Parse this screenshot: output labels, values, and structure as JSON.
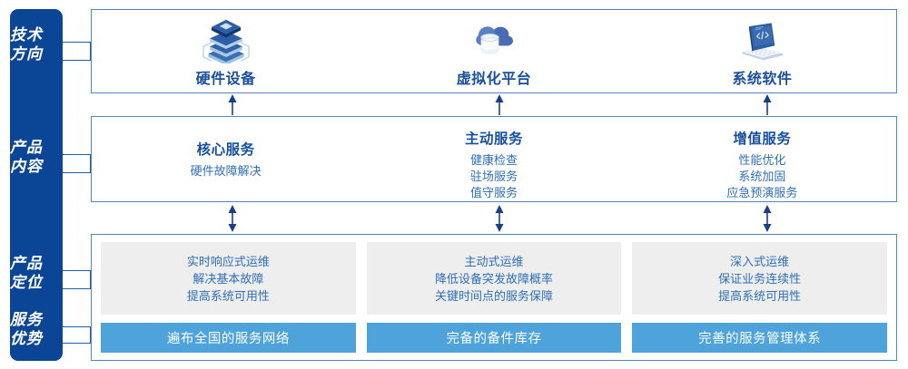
{
  "colors": {
    "sidebar_blue": "#0b4696",
    "box_border": "#4e86c6",
    "title_blue": "#16509e",
    "text_blue": "#2f6fb5",
    "bar_blue": "#4da3da",
    "card_gray": "#eeeeee",
    "arrow_navy": "#1a3f87"
  },
  "sidebar": {
    "items": [
      {
        "id": "tech-direction",
        "line1": "技术",
        "line2": "方向"
      },
      {
        "id": "product-content",
        "line1": "产品",
        "line2": "内容"
      },
      {
        "id": "product-position",
        "line1": "产品",
        "line2": "定位"
      },
      {
        "id": "service-advantage",
        "line1": "服务",
        "line2": "优势"
      }
    ]
  },
  "tech_direction": {
    "columns": [
      {
        "icon": "server-stack-icon",
        "label": "硬件设备"
      },
      {
        "icon": "cloud-database-icon",
        "label": "虚拟化平台"
      },
      {
        "icon": "laptop-code-icon",
        "label": "系统软件"
      }
    ]
  },
  "product_content": {
    "columns": [
      {
        "title": "核心服务",
        "items": [
          "硬件故障解决"
        ]
      },
      {
        "title": "主动服务",
        "items": [
          "健康检查",
          "驻场服务",
          "值守服务"
        ]
      },
      {
        "title": "增值服务",
        "items": [
          "性能优化",
          "系统加固",
          "应急预演服务"
        ]
      }
    ]
  },
  "product_position": {
    "cards": [
      {
        "lines": [
          "实时响应式运维",
          "解决基本故障",
          "提高系统可用性"
        ]
      },
      {
        "lines": [
          "主动式运维",
          "降低设备突发故障概率",
          "关键时间点的服务保障"
        ]
      },
      {
        "lines": [
          "深入式运维",
          "保证业务连续性",
          "提高系统可用性"
        ]
      }
    ]
  },
  "service_advantage": {
    "bars": [
      {
        "label": "遍布全国的服务网络"
      },
      {
        "label": "完备的备件库存"
      },
      {
        "label": "完善的服务管理体系"
      }
    ]
  },
  "connectors": {
    "arrow_up": "arrow-up-icon",
    "arrow_updown": "arrow-up-down-icon"
  }
}
